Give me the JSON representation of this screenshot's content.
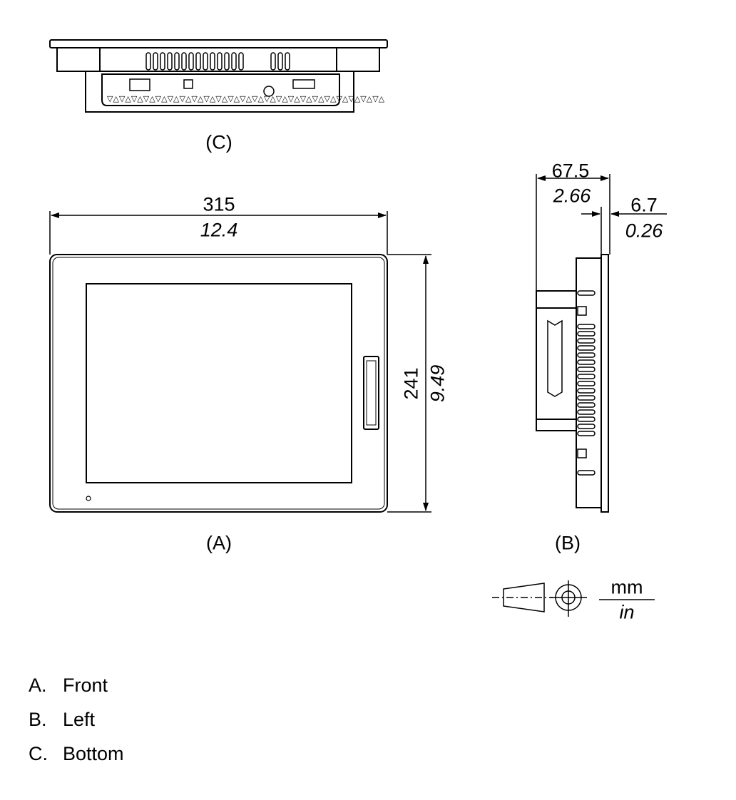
{
  "views": {
    "bottom": {
      "label": "(C)"
    },
    "front": {
      "label": "(A)",
      "width_mm": "315",
      "width_in": "12.4",
      "height_mm": "241",
      "height_in": "9.49"
    },
    "left": {
      "label": "(B)",
      "depth_mm": "67.5",
      "depth_in": "2.66",
      "bezel_mm": "6.7",
      "bezel_in": "0.26"
    }
  },
  "units": {
    "top": "mm",
    "bottom": "in"
  },
  "legend": [
    {
      "key": "A.",
      "text": "Front"
    },
    {
      "key": "B.",
      "text": "Left"
    },
    {
      "key": "C.",
      "text": "Bottom"
    }
  ]
}
